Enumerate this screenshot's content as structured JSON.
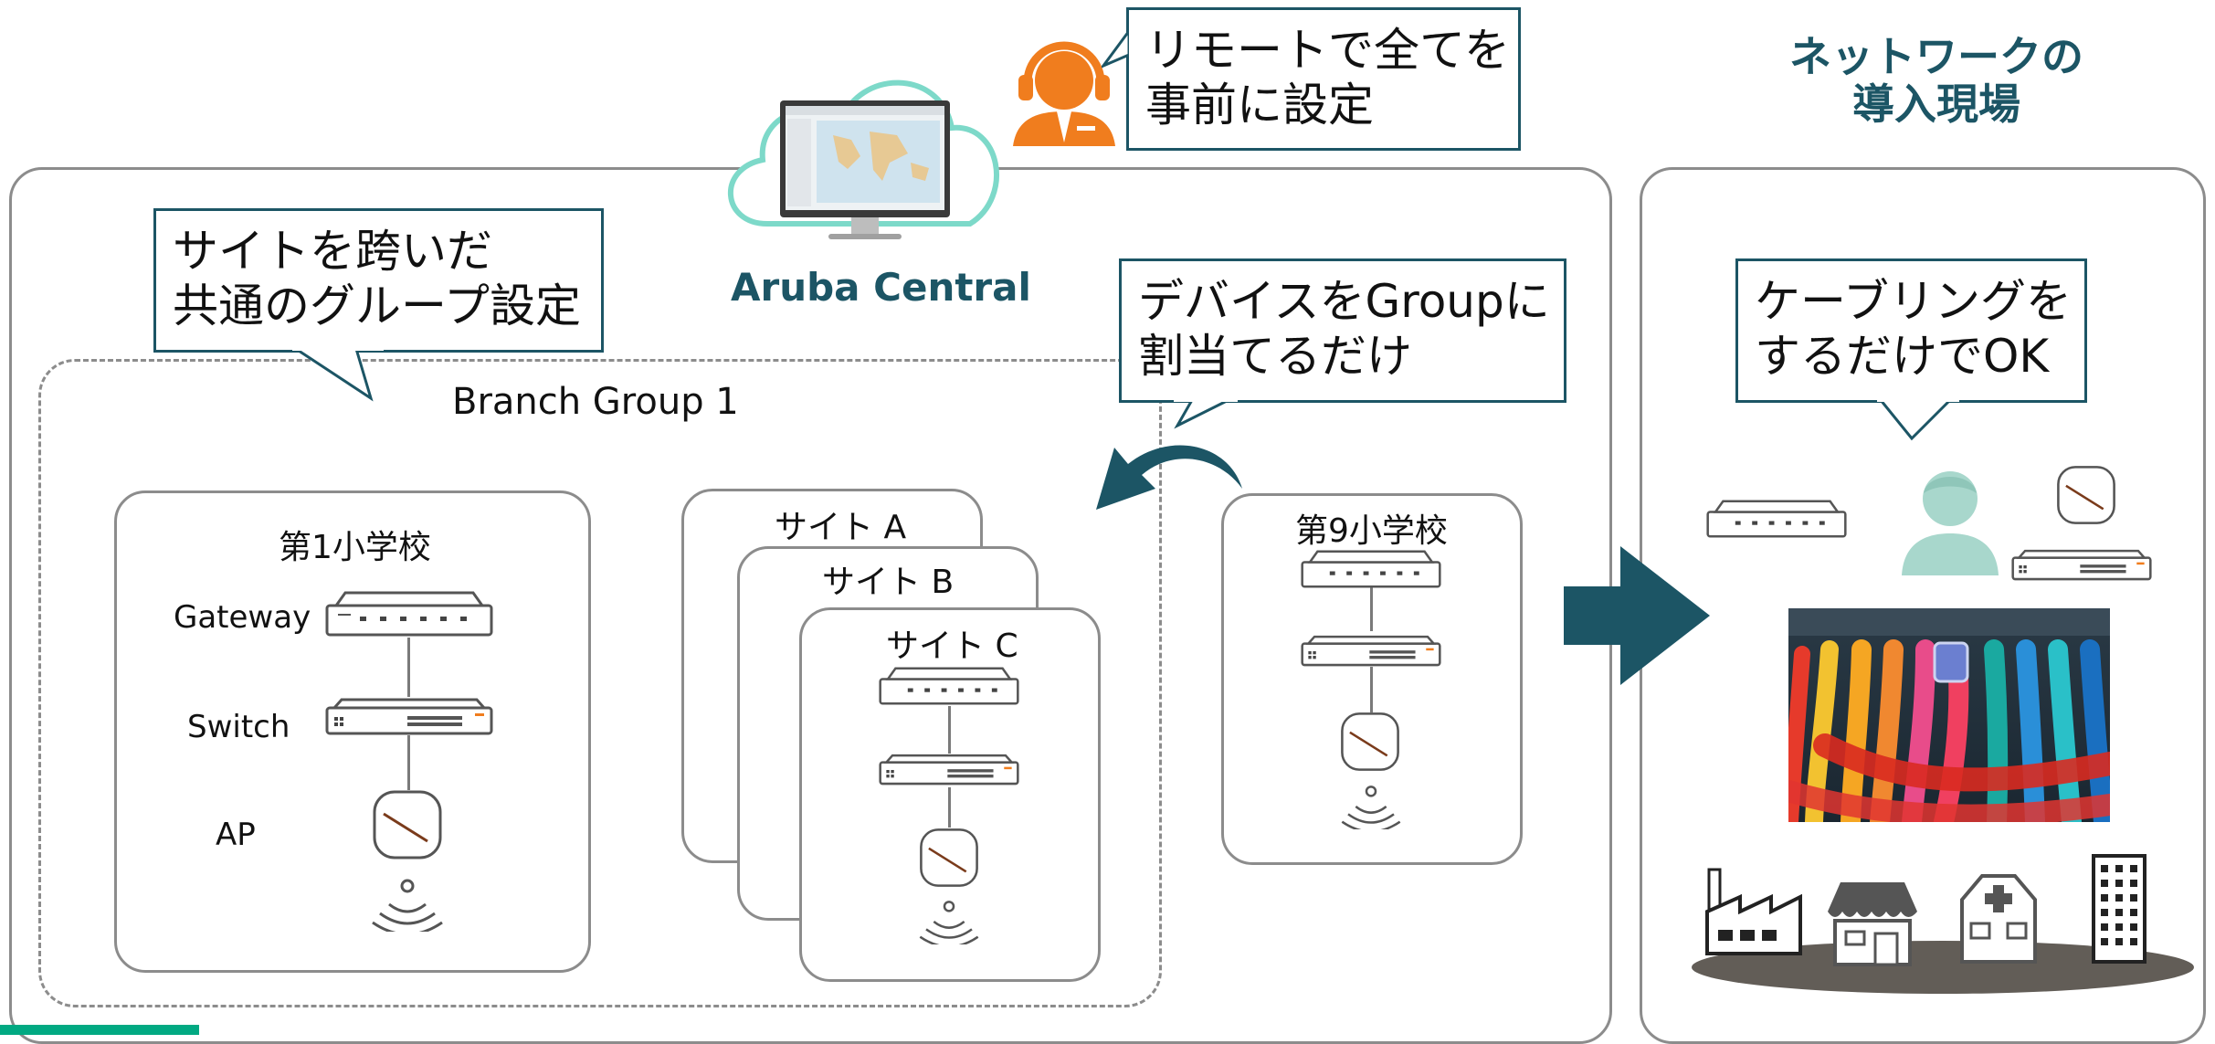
{
  "header": {
    "remote_callout": [
      "リモートで全てを",
      "事前に設定"
    ],
    "network_site_title": [
      "ネットワークの",
      "導入現場"
    ],
    "central_label": "Aruba Central"
  },
  "left_panel": {
    "group_callout": [
      "サイトを跨いだ",
      "共通のグループ設定"
    ],
    "assign_callout": [
      "デバイスをGroupに",
      "割当てるだけ"
    ],
    "branch_group_label": "Branch Group 1",
    "site1": {
      "title": "第1小学校",
      "rows": [
        "Gateway",
        "Switch",
        "AP"
      ]
    },
    "site_stack": [
      "サイト A",
      "サイト B",
      "サイト C"
    ],
    "site9": {
      "title": "第9小学校"
    }
  },
  "right_panel": {
    "cabling_callout": [
      "ケーブリングを",
      "するだけでOK"
    ]
  },
  "colors": {
    "accent": "#1c5565",
    "operator": "#f07d1e",
    "person": "#a8d7cc",
    "cloud": "#7dd9c9",
    "border": "#8c8c8c",
    "footer_bar": "#01a982"
  },
  "icons": [
    "operator-headset-icon",
    "cloud-icon",
    "monitor-icon",
    "gateway-icon",
    "switch-icon",
    "access-point-icon",
    "wifi-icon",
    "person-icon",
    "factory-icon",
    "store-icon",
    "hospital-icon",
    "building-icon"
  ]
}
